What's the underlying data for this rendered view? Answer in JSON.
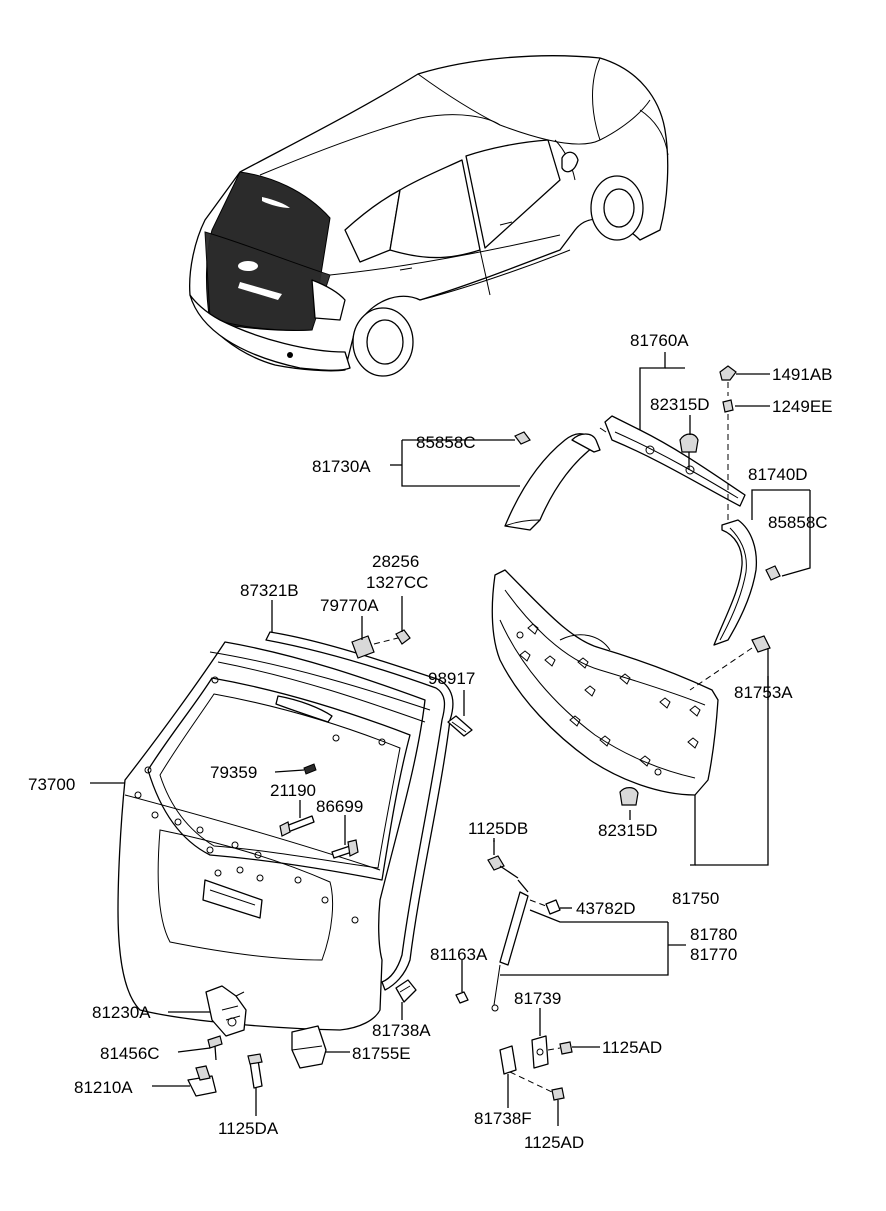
{
  "labels": {
    "l81760A": "81760A",
    "l1491AB": "1491AB",
    "l82315D_top": "82315D",
    "l1249EE": "1249EE",
    "l85858C_left": "85858C",
    "l81730A": "81730A",
    "l81740D": "81740D",
    "l85858C_right": "85858C",
    "l28256": "28256",
    "l1327CC": "1327CC",
    "l87321B": "87321B",
    "l79770A": "79770A",
    "l98917": "98917",
    "l81753A": "81753A",
    "l73700": "73700",
    "l79359": "79359",
    "l21190": "21190",
    "l86699": "86699",
    "l82315D_bottom": "82315D",
    "l1125DB": "1125DB",
    "l81750": "81750",
    "l43782D": "43782D",
    "l81780": "81780",
    "l81770": "81770",
    "l81163A": "81163A",
    "l81739": "81739",
    "l81230A": "81230A",
    "l81738A": "81738A",
    "l1125AD_right": "1125AD",
    "l81456C": "81456C",
    "l81755E": "81755E",
    "l81210A": "81210A",
    "l81738F": "81738F",
    "l1125DA": "1125DA",
    "l1125AD_bottom": "1125AD"
  }
}
